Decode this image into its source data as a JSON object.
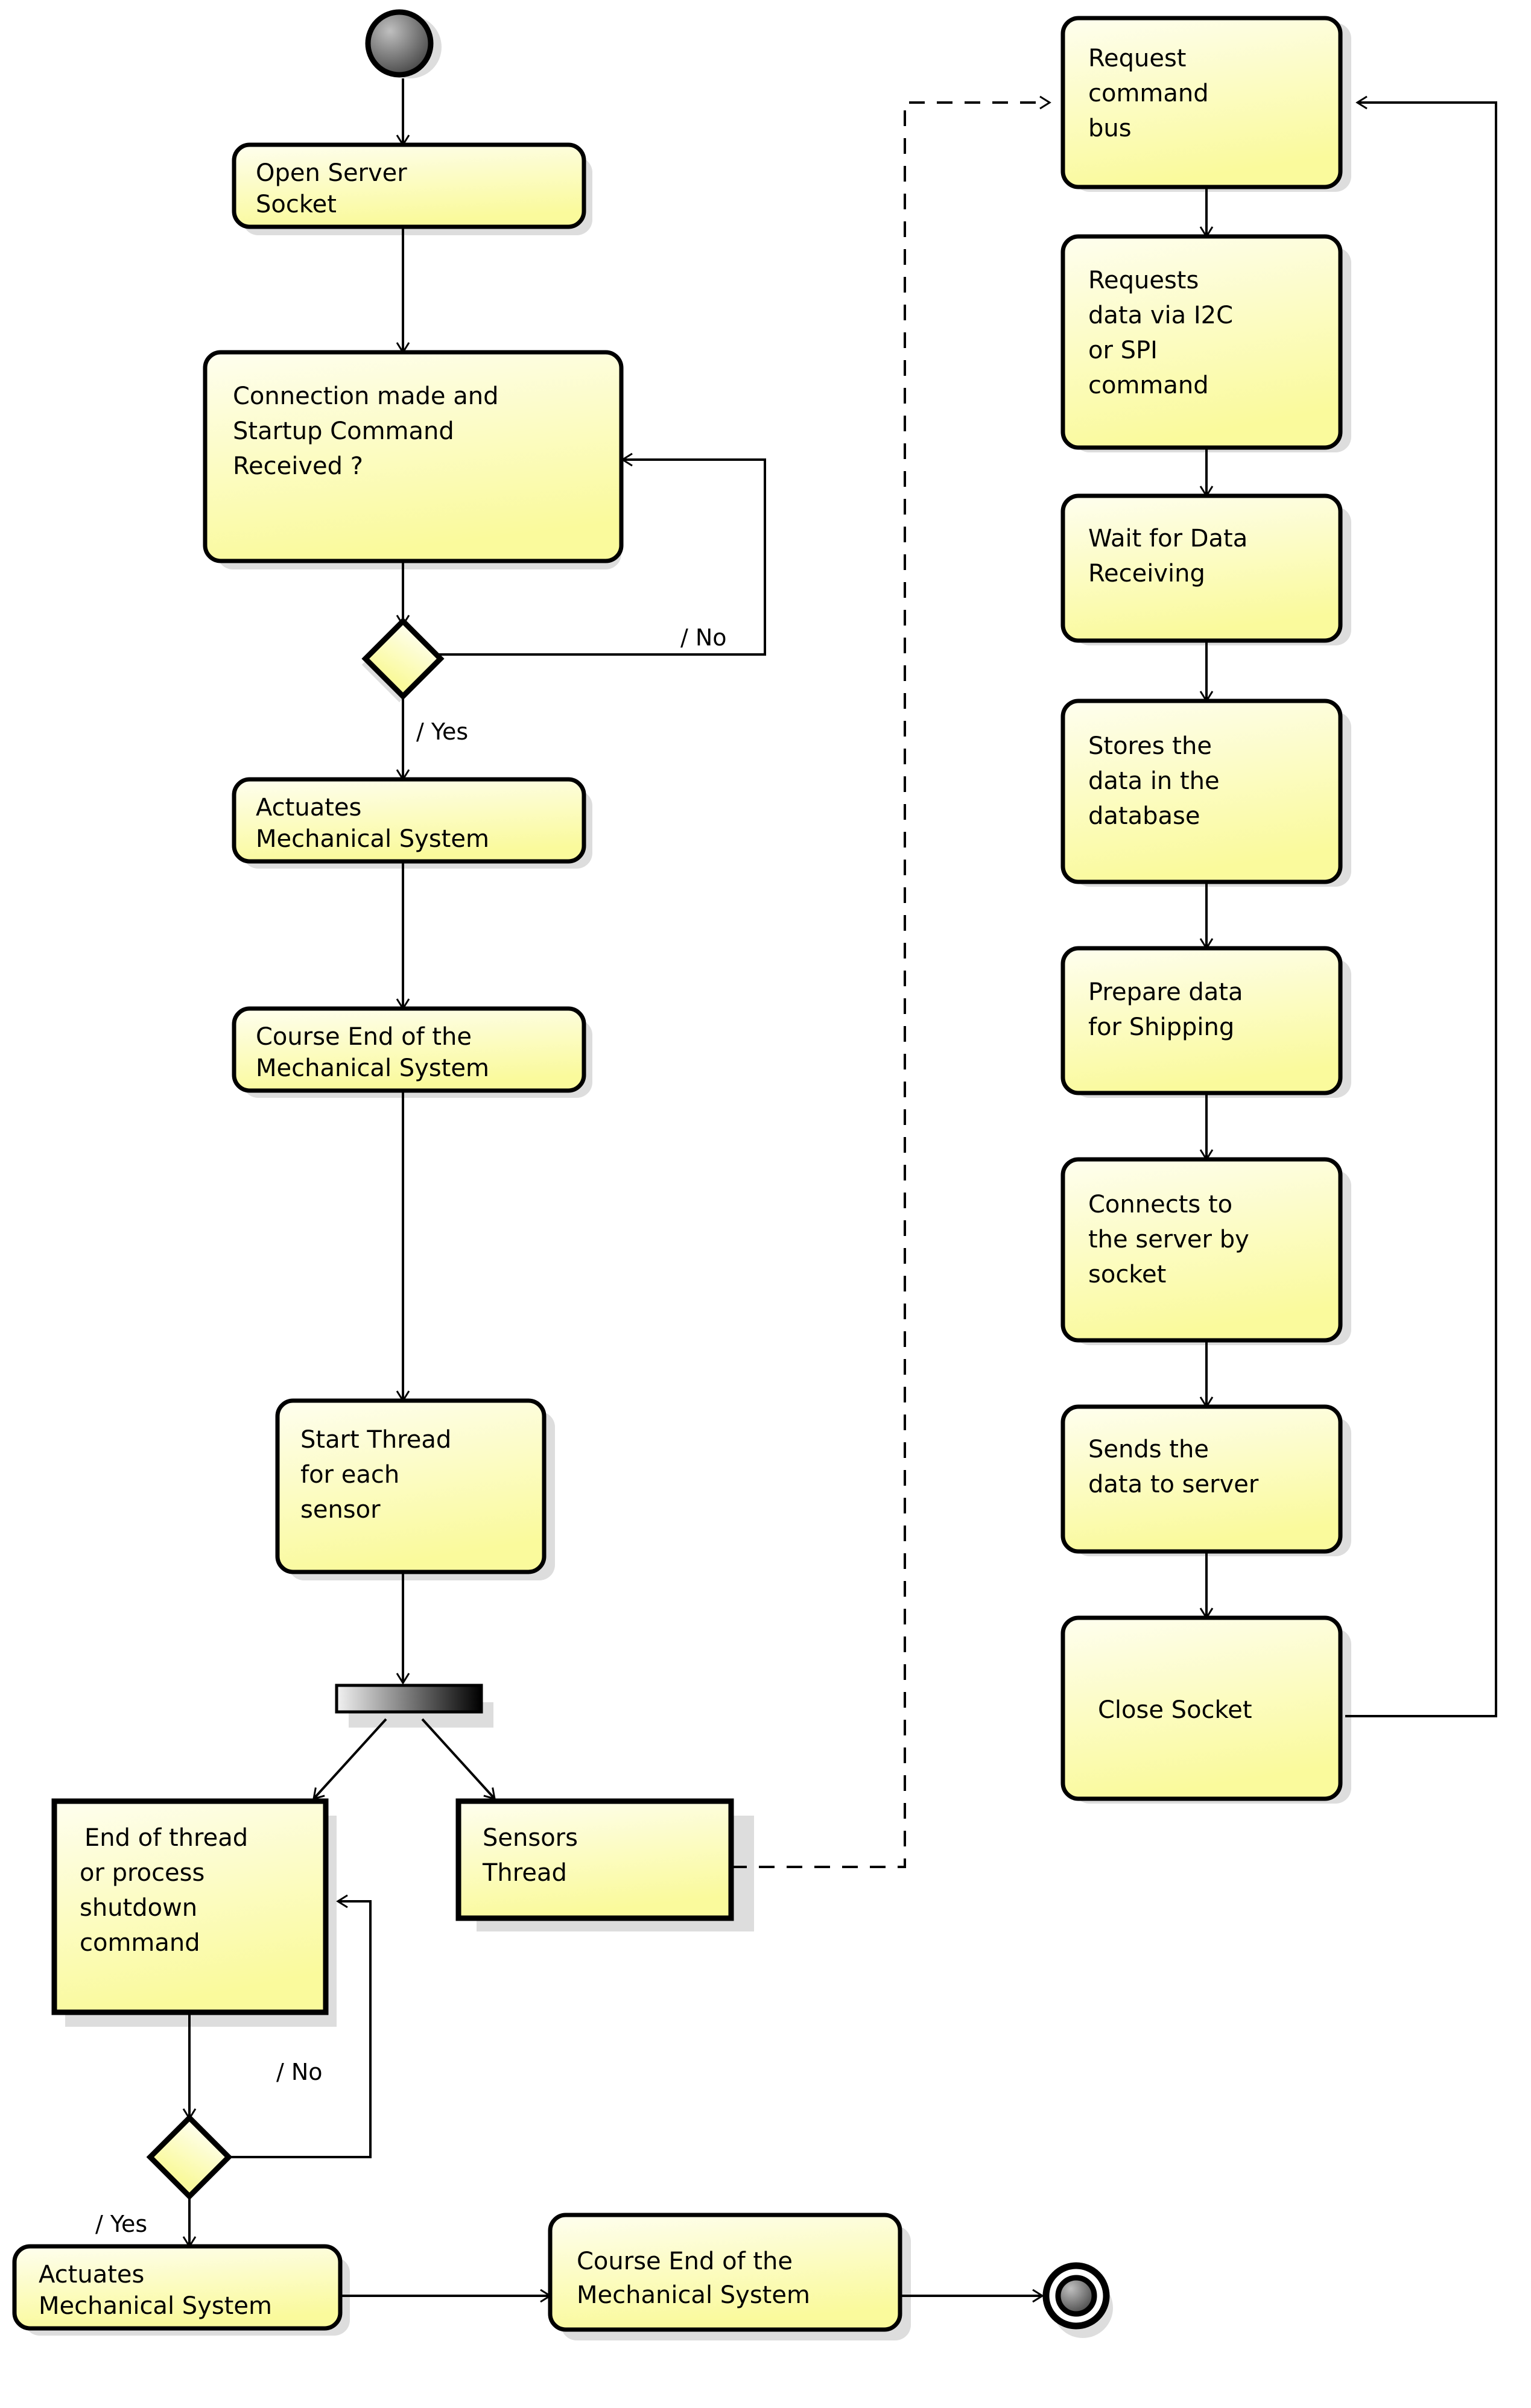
{
  "diagram": {
    "type": "uml-activity-diagram",
    "colors": {
      "node_fill_top": "#FEFEE8",
      "node_fill_bottom": "#FBFB9E",
      "node_border": "#000000",
      "shadow": "#DDDDDD",
      "edge": "#000000",
      "background": "#FFFFFF"
    },
    "nodes": [
      {
        "id": "start",
        "kind": "initial-node",
        "label": ""
      },
      {
        "id": "open_server",
        "kind": "action",
        "label": "Open Server\nSocket",
        "line1": "Open Server",
        "line2": "Socket"
      },
      {
        "id": "conn_made",
        "kind": "action",
        "label": "Connection made and\nStartup Command\nReceived ?",
        "line1": "Connection made and",
        "line2": "Startup Command",
        "line3": "Received ?"
      },
      {
        "id": "decision1",
        "kind": "decision",
        "label": ""
      },
      {
        "id": "actuates1",
        "kind": "action",
        "label": "Actuates\nMechanical System",
        "line1": "Actuates",
        "line2": "Mechanical System"
      },
      {
        "id": "course_end1",
        "kind": "action",
        "label": "Course End of the\nMechanical System",
        "line1": "Course End of the",
        "line2": "Mechanical System"
      },
      {
        "id": "start_thread",
        "kind": "action",
        "label": "Start Thread\nfor each\nsensor",
        "line1": "Start Thread",
        "line2": "for each",
        "line3": "sensor"
      },
      {
        "id": "fork",
        "kind": "fork-bar",
        "label": ""
      },
      {
        "id": "end_of_thread",
        "kind": "action-square",
        "label": "End of thread\nor process\nshutdown\ncommand",
        "line1": "End of thread",
        "line2": "or process",
        "line3": "shutdown",
        "line4": "command"
      },
      {
        "id": "sensors_thread",
        "kind": "action-square",
        "label": "Sensors\nThread",
        "line1": "Sensors",
        "line2": "Thread"
      },
      {
        "id": "decision2",
        "kind": "decision",
        "label": ""
      },
      {
        "id": "actuates2",
        "kind": "action",
        "label": "Actuates\nMechanical System",
        "line1": "Actuates",
        "line2": "Mechanical System"
      },
      {
        "id": "course_end2",
        "kind": "action",
        "label": "Course End of the\nMechanical System",
        "line1": "Course End of the",
        "line2": "Mechanical System"
      },
      {
        "id": "end",
        "kind": "final-node",
        "label": ""
      },
      {
        "id": "request_cmd_bus",
        "kind": "action",
        "label": "Request\ncommand\nbus",
        "line1": "Request",
        "line2": "command",
        "line3": "bus"
      },
      {
        "id": "requests_data",
        "kind": "action",
        "label": "Requests\ndata via I2C\nor SPI\ncommand",
        "line1": "Requests",
        "line2": "data via I2C",
        "line3": "or SPI",
        "line4": "command"
      },
      {
        "id": "wait_data",
        "kind": "action",
        "label": "Wait for Data\nReceiving",
        "line1": "Wait for Data",
        "line2": "Receiving"
      },
      {
        "id": "stores_data",
        "kind": "action",
        "label": "Stores the\ndata in the\ndatabase",
        "line1": "Stores the",
        "line2": "data in the",
        "line3": "database"
      },
      {
        "id": "prepare_data",
        "kind": "action",
        "label": "Prepare data\nfor Shipping",
        "line1": "Prepare data",
        "line2": "for Shipping"
      },
      {
        "id": "connects_server",
        "kind": "action",
        "label": "Connects to\nthe server by\nsocket",
        "line1": "Connects to",
        "line2": "the server by",
        "line3": "socket"
      },
      {
        "id": "sends_data",
        "kind": "action",
        "label": "Sends the\ndata to server",
        "line1": "Sends the",
        "line2": "data to server"
      },
      {
        "id": "close_socket",
        "kind": "action",
        "label": "Close Socket",
        "line1": "Close Socket"
      }
    ],
    "guards": {
      "no_1": "/ No",
      "yes_1": "/ Yes",
      "no_2": "/ No",
      "yes_2": "/ Yes"
    },
    "edges": [
      {
        "from": "start",
        "to": "open_server",
        "style": "solid"
      },
      {
        "from": "open_server",
        "to": "conn_made",
        "style": "solid"
      },
      {
        "from": "conn_made",
        "to": "decision1",
        "style": "solid"
      },
      {
        "from": "decision1",
        "to": "conn_made",
        "style": "solid",
        "guard": "/ No"
      },
      {
        "from": "decision1",
        "to": "actuates1",
        "style": "solid",
        "guard": "/ Yes"
      },
      {
        "from": "actuates1",
        "to": "course_end1",
        "style": "solid"
      },
      {
        "from": "course_end1",
        "to": "start_thread",
        "style": "solid"
      },
      {
        "from": "start_thread",
        "to": "fork",
        "style": "solid"
      },
      {
        "from": "fork",
        "to": "end_of_thread",
        "style": "solid"
      },
      {
        "from": "fork",
        "to": "sensors_thread",
        "style": "solid"
      },
      {
        "from": "end_of_thread",
        "to": "decision2",
        "style": "solid"
      },
      {
        "from": "decision2",
        "to": "end_of_thread",
        "style": "solid",
        "guard": "/ No"
      },
      {
        "from": "decision2",
        "to": "actuates2",
        "style": "solid",
        "guard": "/ Yes"
      },
      {
        "from": "actuates2",
        "to": "course_end2",
        "style": "solid"
      },
      {
        "from": "course_end2",
        "to": "end",
        "style": "solid"
      },
      {
        "from": "sensors_thread",
        "to": "request_cmd_bus",
        "style": "dashed"
      },
      {
        "from": "request_cmd_bus",
        "to": "requests_data",
        "style": "solid"
      },
      {
        "from": "requests_data",
        "to": "wait_data",
        "style": "solid"
      },
      {
        "from": "wait_data",
        "to": "stores_data",
        "style": "solid"
      },
      {
        "from": "stores_data",
        "to": "prepare_data",
        "style": "solid"
      },
      {
        "from": "prepare_data",
        "to": "connects_server",
        "style": "solid"
      },
      {
        "from": "connects_server",
        "to": "sends_data",
        "style": "solid"
      },
      {
        "from": "sends_data",
        "to": "close_socket",
        "style": "solid"
      },
      {
        "from": "close_socket",
        "to": "request_cmd_bus",
        "style": "solid"
      }
    ]
  }
}
